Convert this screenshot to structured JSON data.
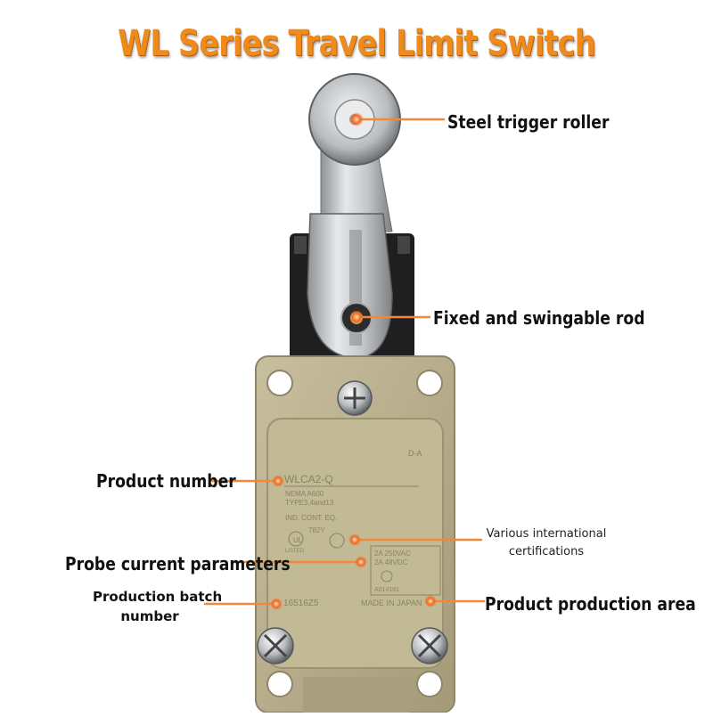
{
  "title": "WL Series Travel Limit Switch",
  "callouts": {
    "roller": "Steel trigger roller",
    "rod": "Fixed and swingable rod",
    "product_number": "Product number",
    "certifications_line1": "Various international",
    "certifications_line2": "certifications",
    "probe_current": "Probe current parameters",
    "batch_line1": "Production batch",
    "batch_line2": "number",
    "production_area": "Product production area"
  },
  "device_print": {
    "corner_code": "D-A",
    "model": "WLCA2-Q",
    "nema": "NEMA A600",
    "type": "TYPE3,4and13",
    "ind_cont": "IND. CONT. EQ.",
    "cert_code": "782Y",
    "ul_listed": "LISTED",
    "rating1": "2A 250VAC",
    "rating2": "2A 48VDC",
    "cert_number": "A014181",
    "batch": "16516Z5",
    "origin": "MADE IN JAPAN"
  },
  "colors": {
    "title": "#ef8a1c",
    "callout_line": "#f08a3a",
    "callout_dot": "#f26a1f",
    "housing": "#b7ad8c"
  }
}
